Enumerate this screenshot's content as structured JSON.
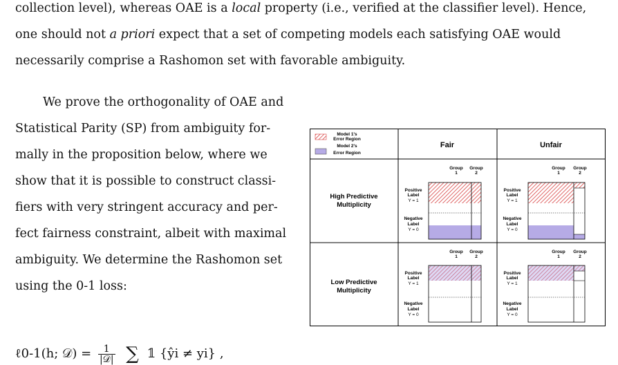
{
  "paragraph1": {
    "line1_a": "collection level), whereas OAE is a ",
    "line1_b": "local",
    "line1_c": " property (i.e., verified at the classifier level). Hence,",
    "line2_a": "one should not ",
    "line2_b": "a priori",
    "line2_c": " expect that a set of competing models each satisfying OAE would",
    "line3": "necessarily comprise a Rashomon set with favorable ambiguity."
  },
  "paragraph2": {
    "lines": [
      "We prove the orthogonality of OAE and",
      "Statistical Parity (SP) from ambiguity for-",
      "mally in the proposition below, where we",
      "show that it is possible to construct classi-",
      "fiers with very stringent accuracy and per-",
      "fect fairness constraint, albeit with maximal",
      "ambiguity. We determine the Rashomon set",
      "using the 0-1 loss:"
    ]
  },
  "equation": {
    "lhs": "ℓ0-1(h; 𝒟) =",
    "numerator": "1",
    "denominator": "|𝒟|",
    "sum": "∑",
    "indicator": "𝟙 {ŷi ≠ yi} ,"
  },
  "figure": {
    "legend": {
      "model1": [
        "Model 1's",
        "Error Region"
      ],
      "model2": [
        "Model 2's",
        "Error Region"
      ]
    },
    "col_headers": [
      "Fair",
      "Unfair"
    ],
    "row_headers": [
      [
        "High Predictive",
        "Multiplicity"
      ],
      [
        "Low Predictive",
        "Multiplicity"
      ]
    ],
    "group1": [
      "Group",
      "1"
    ],
    "group2": [
      "Group",
      "2"
    ],
    "positive": [
      "Positive",
      "Label",
      "Y = 1"
    ],
    "negative": [
      "Negative",
      "Label",
      "Y = 0"
    ],
    "colors": {
      "model1_stroke": "#d84040",
      "model2_fill": "#b6abe6",
      "border": "#000000"
    }
  }
}
